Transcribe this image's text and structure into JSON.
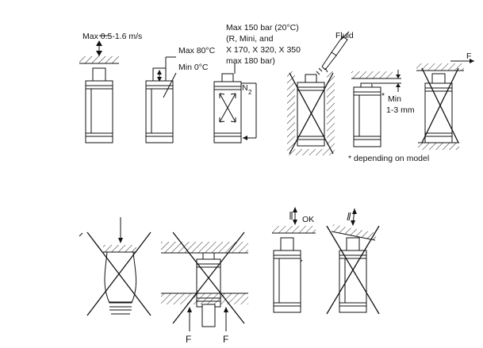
{
  "labels": {
    "speed": "Max 0.5-1.6 m/s",
    "max_temp": "Max 80°C",
    "min_temp": "Min 0°C",
    "pressure_1": "Max 150 bar (20°C)",
    "pressure_2": "(R, Mini, and",
    "pressure_3": "X 170, X 320, X 350",
    "pressure_4": "max 180 bar)",
    "gas": "N",
    "gas_sub": "2",
    "fluid": "Fluid",
    "force_top": "F",
    "min_gap_star": "*",
    "min_gap_1": "Min",
    "min_gap_2": "1-3 mm",
    "footnote": "*  depending on model",
    "ok": "OK",
    "force_left": "F",
    "force_right": "F"
  }
}
